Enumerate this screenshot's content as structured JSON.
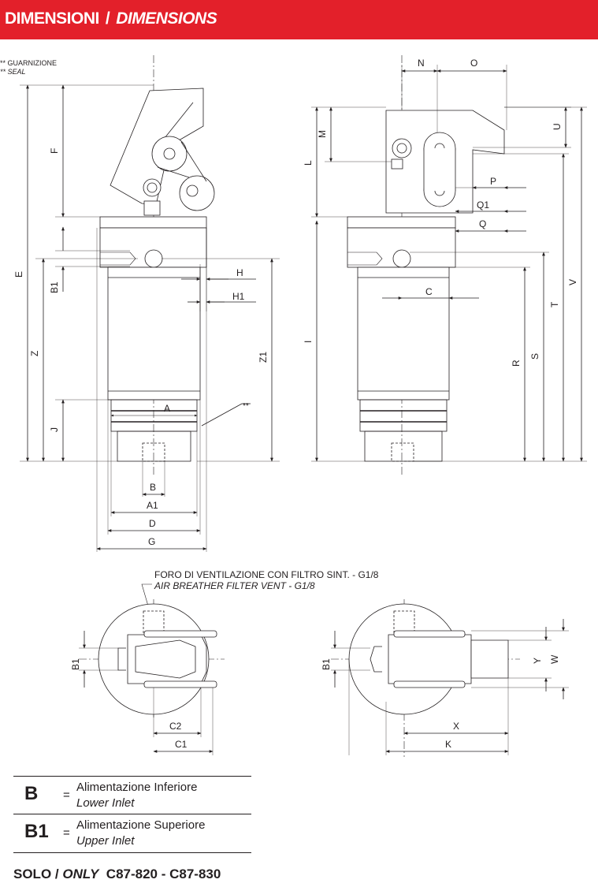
{
  "header": {
    "title_it": "DIMENSIONI",
    "separator": "/",
    "title_en": "DIMENSIONS",
    "color": "#e3202a"
  },
  "notes": {
    "seal_it": "** GUARNIZIONE",
    "seal_en": "** SEAL",
    "seal_marker": "**"
  },
  "labels": {
    "F": "F",
    "E": "E",
    "B1": "B1",
    "Z": "Z",
    "J": "J",
    "A": "A",
    "B": "B",
    "A1": "A1",
    "D": "D",
    "G": "G",
    "H": "H",
    "H1": "H1",
    "Z1": "Z1",
    "N": "N",
    "O": "O",
    "M": "M",
    "L": "L",
    "U": "U",
    "P": "P",
    "Q1": "Q1",
    "Q": "Q",
    "I": "I",
    "C": "C",
    "R": "R",
    "S": "S",
    "T": "T",
    "V": "V",
    "C2": "C2",
    "C1": "C1",
    "X": "X",
    "K": "K",
    "Y": "Y",
    "W": "W"
  },
  "vent_note": {
    "it": "FORO DI VENTILAZIONE CON FILTRO SINT. - G1/8",
    "en": "AIR BREATHER FILTER VENT - G1/8"
  },
  "legend": [
    {
      "code": "B",
      "it": "Alimentazione Inferiore",
      "en": "Lower Inlet"
    },
    {
      "code": "B1",
      "it": "Alimentazione Superiore",
      "en": "Upper Inlet"
    }
  ],
  "footer": {
    "solo": "SOLO",
    "sep": "/",
    "only": "ONLY",
    "models": "C87-820 - C87-830"
  }
}
